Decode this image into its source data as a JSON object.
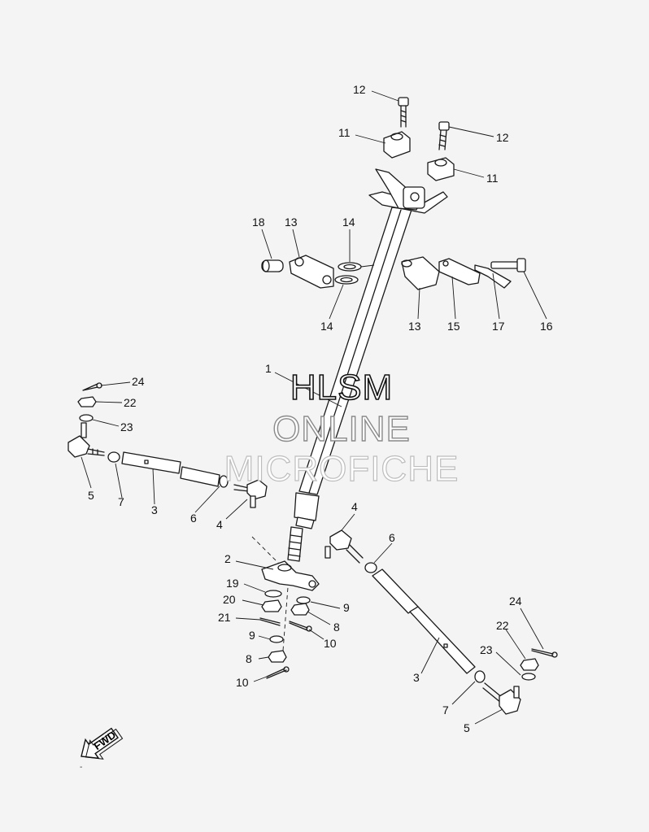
{
  "diagram": {
    "callouts": [
      {
        "id": "c12a",
        "text": "12"
      },
      {
        "id": "c11a",
        "text": "11"
      },
      {
        "id": "c12b",
        "text": "12"
      },
      {
        "id": "c11b",
        "text": "11"
      },
      {
        "id": "c18",
        "text": "18"
      },
      {
        "id": "c13a",
        "text": "13"
      },
      {
        "id": "c14a",
        "text": "14"
      },
      {
        "id": "c14b",
        "text": "14"
      },
      {
        "id": "c13b",
        "text": "13"
      },
      {
        "id": "c15",
        "text": "15"
      },
      {
        "id": "c17",
        "text": "17"
      },
      {
        "id": "c16",
        "text": "16"
      },
      {
        "id": "c1",
        "text": "1"
      },
      {
        "id": "c24a",
        "text": "24"
      },
      {
        "id": "c22a",
        "text": "22"
      },
      {
        "id": "c23a",
        "text": "23"
      },
      {
        "id": "c5a",
        "text": "5"
      },
      {
        "id": "c7a",
        "text": "7"
      },
      {
        "id": "c3a",
        "text": "3"
      },
      {
        "id": "c6a",
        "text": "6"
      },
      {
        "id": "c4a",
        "text": "4"
      },
      {
        "id": "c4b",
        "text": "4"
      },
      {
        "id": "c6b",
        "text": "6"
      },
      {
        "id": "c2",
        "text": "2"
      },
      {
        "id": "c19",
        "text": "19"
      },
      {
        "id": "c20",
        "text": "20"
      },
      {
        "id": "c9a",
        "text": "9"
      },
      {
        "id": "c21",
        "text": "21"
      },
      {
        "id": "c8a",
        "text": "8"
      },
      {
        "id": "c9b",
        "text": "9"
      },
      {
        "id": "c10a",
        "text": "10"
      },
      {
        "id": "c8b",
        "text": "8"
      },
      {
        "id": "c10b",
        "text": "10"
      },
      {
        "id": "c24b",
        "text": "24"
      },
      {
        "id": "c22b",
        "text": "22"
      },
      {
        "id": "c23b",
        "text": "23"
      },
      {
        "id": "c3b",
        "text": "3"
      },
      {
        "id": "c7b",
        "text": "7"
      },
      {
        "id": "c5b",
        "text": "5"
      }
    ],
    "fwd_label": "FWD",
    "footnote": "-"
  },
  "watermark": {
    "line1": "HLSM",
    "line2": "ONLINE",
    "line3": "MICROFICHE"
  }
}
